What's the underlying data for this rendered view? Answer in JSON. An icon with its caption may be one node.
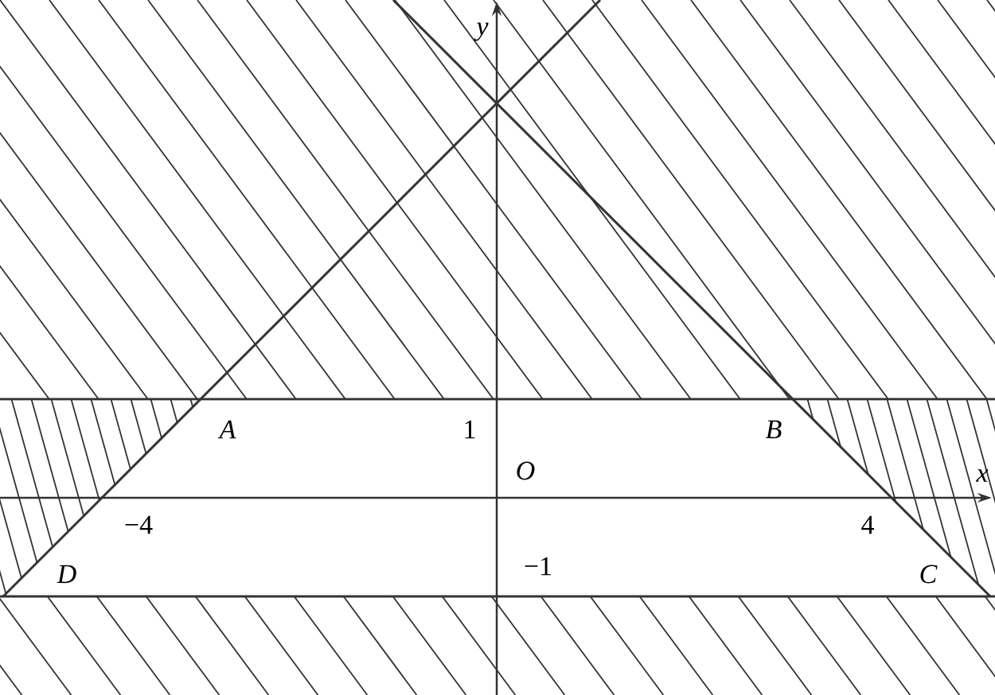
{
  "diagram": {
    "labels": [
      "y",
      "A",
      "1",
      "O",
      "B",
      "x",
      "−4",
      "4",
      "D",
      "−1",
      "C"
    ]
  }
}
